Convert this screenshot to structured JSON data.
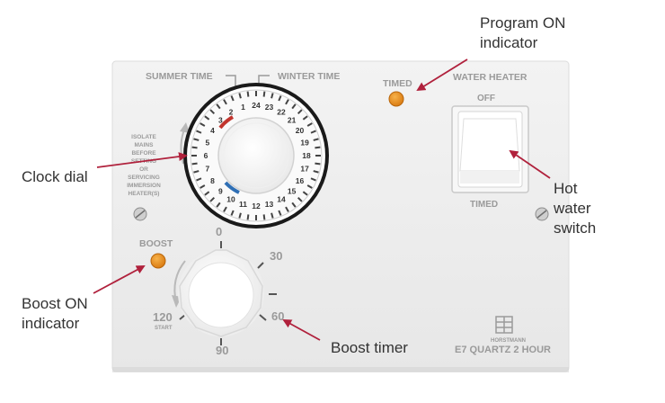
{
  "panel": {
    "summer_time": "SUMMER TIME",
    "winter_time": "WINTER TIME",
    "timed_indicator": "TIMED",
    "water_heater": "WATER HEATER",
    "switch_off": "OFF",
    "switch_timed": "TIMED",
    "boost": "BOOST",
    "isolate_warning": [
      "ISOLATE",
      "MAINS",
      "BEFORE",
      "SETTING",
      "OR",
      "SERVICING",
      "IMMERSION",
      "HEATER(S)"
    ],
    "boost_marks": {
      "zero": "0",
      "thirty": "30",
      "sixty": "60",
      "ninety": "90",
      "one_twenty": "120",
      "start": "START"
    },
    "brand": "HORSTMANN",
    "model": "E7 QUARTZ  2 HOUR",
    "dial_hours": [
      "24",
      "1",
      "2",
      "3",
      "4",
      "5",
      "6",
      "7",
      "8",
      "9",
      "10",
      "11",
      "12",
      "13",
      "14",
      "15",
      "16",
      "17",
      "18",
      "19",
      "20",
      "21",
      "22",
      "23"
    ]
  },
  "callouts": {
    "program_on": [
      "Program ON",
      "indicator"
    ],
    "clock_dial": "Clock dial",
    "hot_water_switch": [
      "Hot",
      "water",
      "switch"
    ],
    "boost_on": [
      "Boost ON",
      "indicator"
    ],
    "boost_timer": "Boost timer"
  },
  "colors": {
    "annotation_arrow": "#b0213c",
    "indicator_lamp": "#e98a1a",
    "panel_text": "#9a9a9a"
  }
}
